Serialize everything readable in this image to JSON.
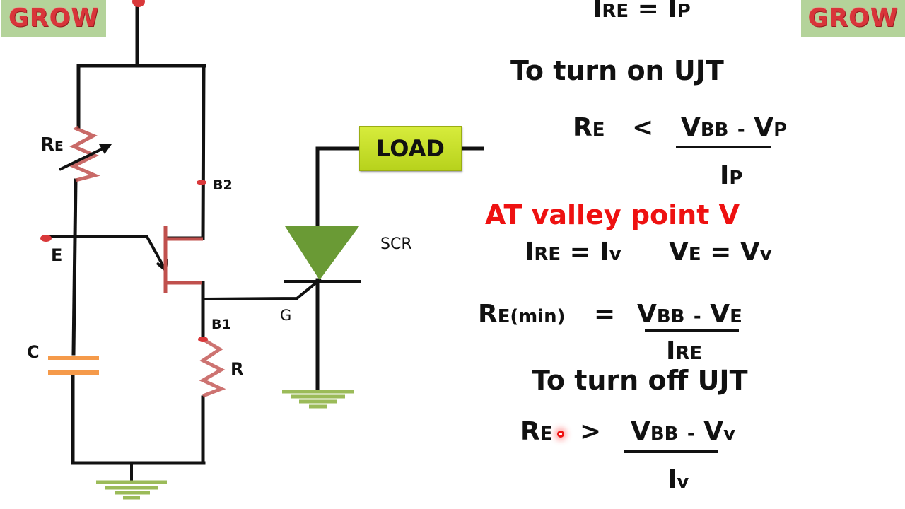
{
  "badges": {
    "left": "GROW",
    "right": "GROW"
  },
  "circuit": {
    "labels": {
      "re": {
        "main": "R",
        "sub": "E"
      },
      "b2": "B2",
      "e": "E",
      "b1": "B1",
      "c": "C",
      "r": "R",
      "g": "G",
      "scr": "SCR",
      "load": "LOAD"
    },
    "colors": {
      "wire": "#111111",
      "resistor": "#c0504d",
      "ujt": "#c0504d",
      "capacitor": "#f59a4a",
      "ground": "#9bbb59",
      "scr": "#6a9a35",
      "load": "#c5df2a",
      "terminal": "#d9383a"
    }
  },
  "equations": {
    "peak_line": {
      "l_main": "I",
      "l_sub": "RE",
      "op": "=",
      "r_main": "I",
      "r_sub": "P"
    },
    "turn_on_heading": "To turn on UJT",
    "turn_on": {
      "lhs_main": "R",
      "lhs_sub": "E",
      "op": "<",
      "num_a": "V",
      "num_a_sub": "BB",
      "num_minus": "-",
      "num_b": "V",
      "num_b_sub": "P",
      "den_main": "I",
      "den_sub": "P"
    },
    "valley_heading": "AT valley point V",
    "valley": {
      "a_main": "I",
      "a_sub": "RE",
      "a_op": "=",
      "a_rhs": "I",
      "a_rhs_sub": "v",
      "b_main": "V",
      "b_sub": "E",
      "b_op": "=",
      "b_rhs": "V",
      "b_rhs_sub": "v"
    },
    "re_min": {
      "lhs_main": "R",
      "lhs_sub": "E(min)",
      "op": "=",
      "num_a": "V",
      "num_a_sub": "BB",
      "num_minus": "-",
      "num_b": "V",
      "num_b_sub": "E",
      "den_main": "I",
      "den_sub": "RE"
    },
    "turn_off_heading": "To turn off UJT",
    "turn_off": {
      "lhs_main": "R",
      "lhs_sub": "E",
      "op": ">",
      "num_a": "V",
      "num_a_sub": "BB",
      "num_minus": "-",
      "num_b": "V",
      "num_b_sub": "v",
      "den_main": "I",
      "den_sub": "v"
    }
  }
}
